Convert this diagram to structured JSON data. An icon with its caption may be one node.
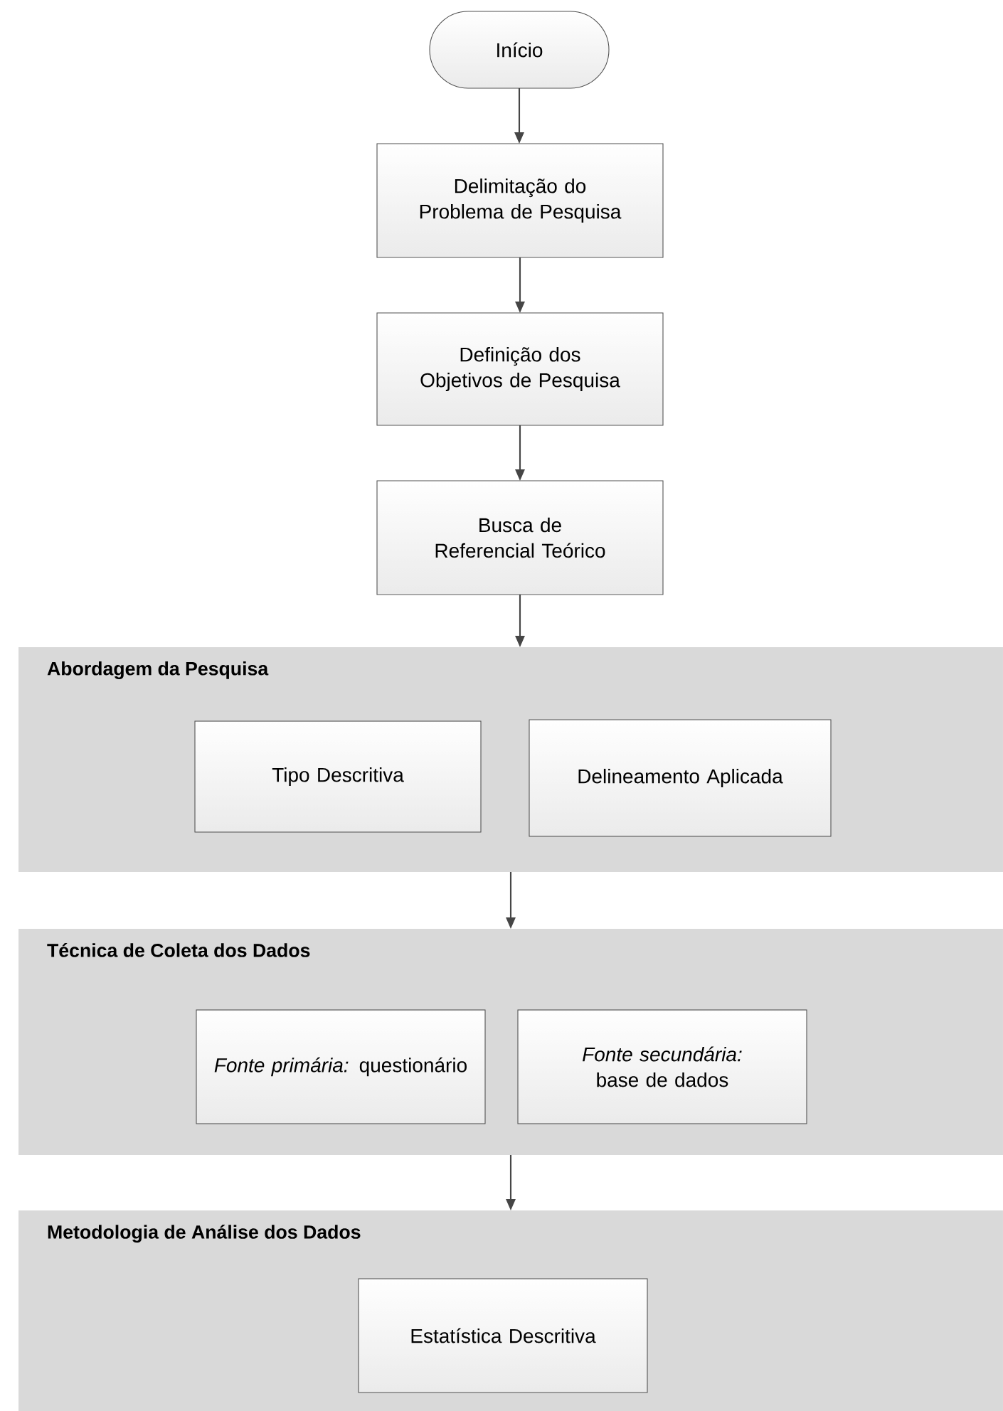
{
  "diagram": {
    "nodes": [
      {
        "text": [
          "Início"
        ]
      },
      {
        "text": [
          "Delimitação do Problema de Pesquisa"
        ]
      },
      {
        "text": [
          "Definição dos Objetivos de Pesquisa"
        ]
      },
      {
        "text": [
          "Busca de Referencial Teórico"
        ]
      },
      {
        "text": [
          "Abordagem da Pesquisa"
        ]
      },
      {
        "text": [
          "Tipo Descritiva"
        ],
        "in": 4
      },
      {
        "text": [
          "Delineamento Aplicada"
        ],
        "in": 4
      },
      {
        "text": [
          "Técnica de Coleta dos Dados"
        ]
      },
      {
        "text": [
          "*Fonte primária:* questionário"
        ],
        "in": 7
      },
      {
        "text": [
          "*Fonte secundária:* base de dados"
        ],
        "in": 7
      },
      {
        "text": [
          "Metodologia de Análise dos Dados"
        ]
      },
      {
        "text": [
          "Estatística Descritiva"
        ],
        "in": 10
      }
    ],
    "edges": [
      {
        "from": 0,
        "to": 1,
        "arrow": "to"
      },
      {
        "from": 1,
        "to": 2,
        "arrow": "to"
      },
      {
        "from": 2,
        "to": 3,
        "arrow": "to"
      },
      {
        "from": 3,
        "to": 4,
        "arrow": "to"
      },
      {
        "from": 4,
        "to": 7,
        "arrow": "to"
      },
      {
        "from": 7,
        "to": 10,
        "arrow": "to"
      }
    ]
  }
}
